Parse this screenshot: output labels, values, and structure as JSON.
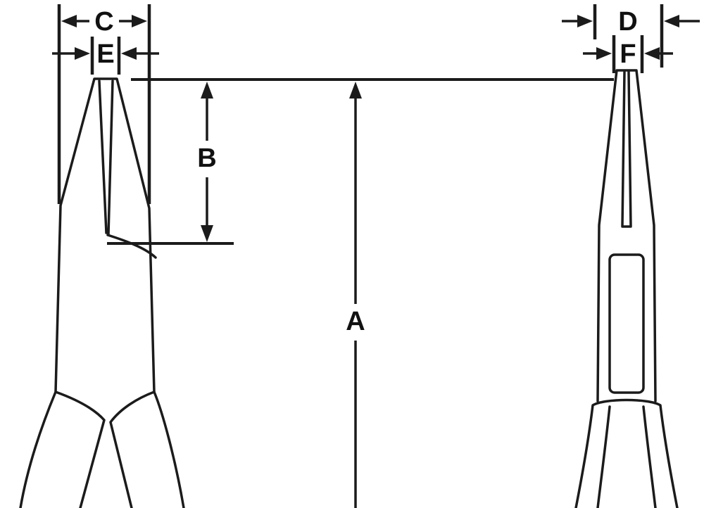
{
  "diagram": {
    "labels": {
      "a": "A",
      "b": "B",
      "c": "C",
      "d": "D",
      "e": "E",
      "f": "F"
    },
    "colors": {
      "line": "#1b1b1b",
      "background": "#ffffff"
    }
  }
}
